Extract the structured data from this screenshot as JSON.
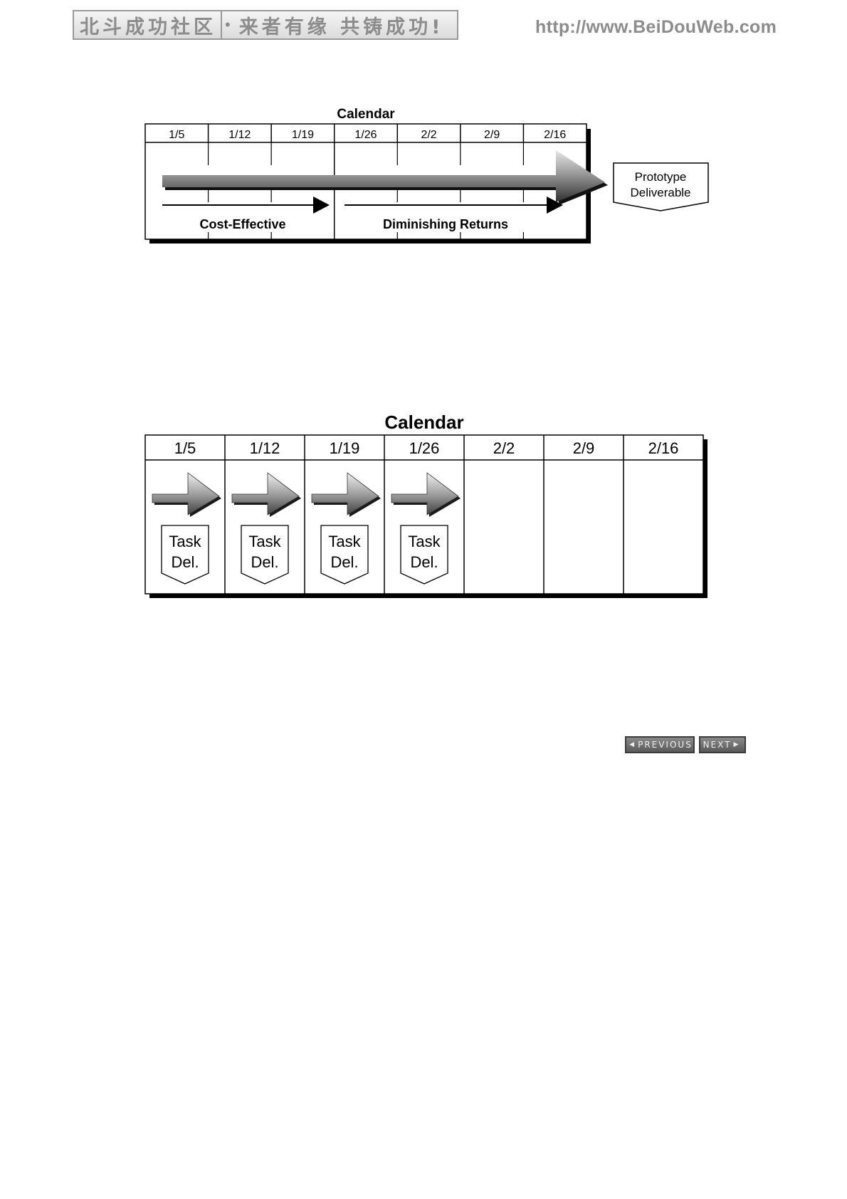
{
  "header": {
    "banner_left": "北斗成功社区",
    "banner_dot": "•",
    "banner_right": "来者有缘  共铸成功!",
    "site_url": "http://www.BeiDouWeb.com"
  },
  "diagram_top": {
    "title": "Calendar",
    "dates": [
      "1/5",
      "1/12",
      "1/19",
      "1/26",
      "2/2",
      "2/9",
      "2/16"
    ],
    "phase_left": "Cost-Effective",
    "phase_right": "Diminishing Returns",
    "deliverable_line1": "Prototype",
    "deliverable_line2": "Deliverable"
  },
  "diagram_bottom": {
    "title": "Calendar",
    "dates": [
      "1/5",
      "1/12",
      "1/19",
      "1/26",
      "2/2",
      "2/9",
      "2/16"
    ],
    "tasks": [
      {
        "line1": "Task",
        "line2": "Del."
      },
      {
        "line1": "Task",
        "line2": "Del."
      },
      {
        "line1": "Task",
        "line2": "Del."
      },
      {
        "line1": "Task",
        "line2": "Del."
      }
    ]
  },
  "nav": {
    "previous": "PREVIOUS",
    "next": "NEXT"
  },
  "colors": {
    "banner_text": "#8c8c8c",
    "arrow_gradient_light": "#e6e6e6",
    "arrow_gradient_dark": "#303030",
    "arrow_fill": "#8c8c8c",
    "nav_button": "#6e6e6e"
  }
}
